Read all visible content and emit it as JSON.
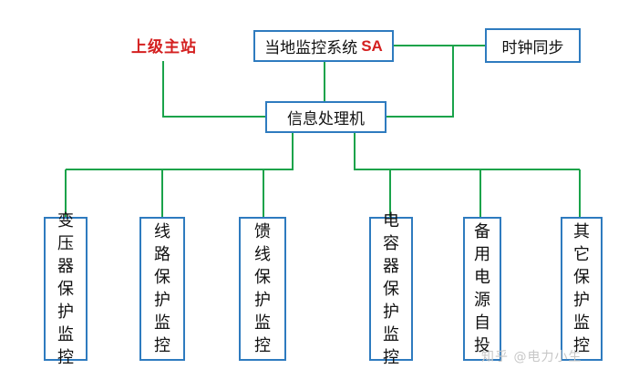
{
  "colors": {
    "connector": "#1aa34a",
    "box_border": "#2e7bbf",
    "red_text": "#d42020"
  },
  "nodes": {
    "upper_station": "上级主站",
    "local_monitor": {
      "label": "当地监控系统",
      "accent": "SA"
    },
    "clock_sync": "时钟同步",
    "info_processor": "信息处理机"
  },
  "monitors": [
    {
      "id": "transformer",
      "chars": [
        "变",
        "压",
        "器",
        "保",
        "护",
        "监",
        "控"
      ]
    },
    {
      "id": "line",
      "chars": [
        "线",
        "路",
        "保",
        "护",
        "监",
        "控"
      ]
    },
    {
      "id": "feeder",
      "chars": [
        "馈",
        "线",
        "保",
        "护",
        "监",
        "控"
      ]
    },
    {
      "id": "capacitor",
      "chars": [
        "电",
        "容",
        "器",
        "保",
        "护",
        "监",
        "控"
      ]
    },
    {
      "id": "backup-power",
      "chars": [
        "备",
        "用",
        "电",
        "源",
        "自",
        "投"
      ]
    },
    {
      "id": "other",
      "chars": [
        "其",
        "它",
        "保",
        "护",
        "监",
        "控"
      ]
    }
  ],
  "watermark": "知乎 @电力小生"
}
